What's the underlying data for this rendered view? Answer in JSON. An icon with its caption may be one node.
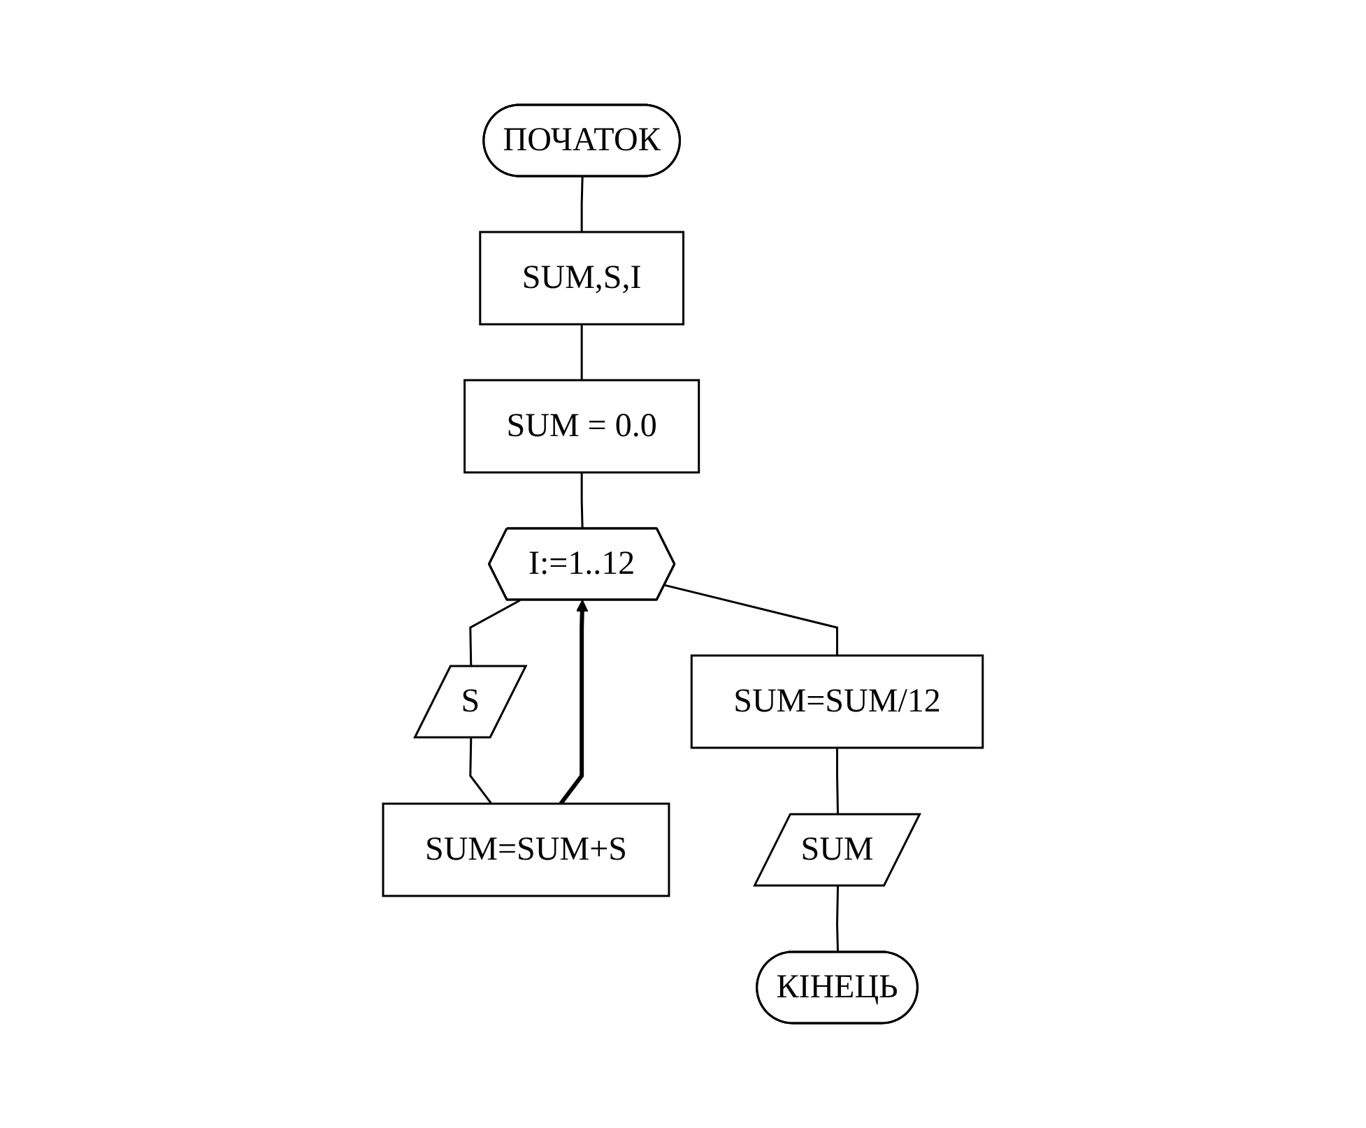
{
  "diagram": {
    "nodes": [
      {
        "text": [
          "ПОЧАТОК"
        ]
      },
      {
        "text": [
          "SUM,S,I"
        ]
      },
      {
        "text": [
          "SUM = 0.0"
        ]
      },
      {
        "text": [
          "I:=1..12"
        ]
      },
      {
        "text": [
          "S"
        ]
      },
      {
        "text": [
          "SUM=SUM+S"
        ]
      },
      {
        "text": [
          "SUM=SUM/12"
        ]
      },
      {
        "text": [
          "SUM"
        ]
      },
      {
        "text": [
          "КІНЕЦЬ"
        ]
      }
    ],
    "edges": [
      {
        "from": 0,
        "to": 1,
        "arrow": "none"
      },
      {
        "from": 1,
        "to": 2,
        "arrow": "none"
      },
      {
        "from": 2,
        "to": 3,
        "arrow": "none"
      },
      {
        "from": 3,
        "to": 4,
        "arrow": "none"
      },
      {
        "from": 4,
        "to": 5,
        "arrow": "none"
      },
      {
        "from": 5,
        "to": 3,
        "arrow": "to",
        "style": "thick"
      },
      {
        "from": 3,
        "to": 6,
        "arrow": "none"
      },
      {
        "from": 6,
        "to": 7,
        "arrow": "none"
      },
      {
        "from": 7,
        "to": 8,
        "arrow": "none"
      }
    ]
  }
}
